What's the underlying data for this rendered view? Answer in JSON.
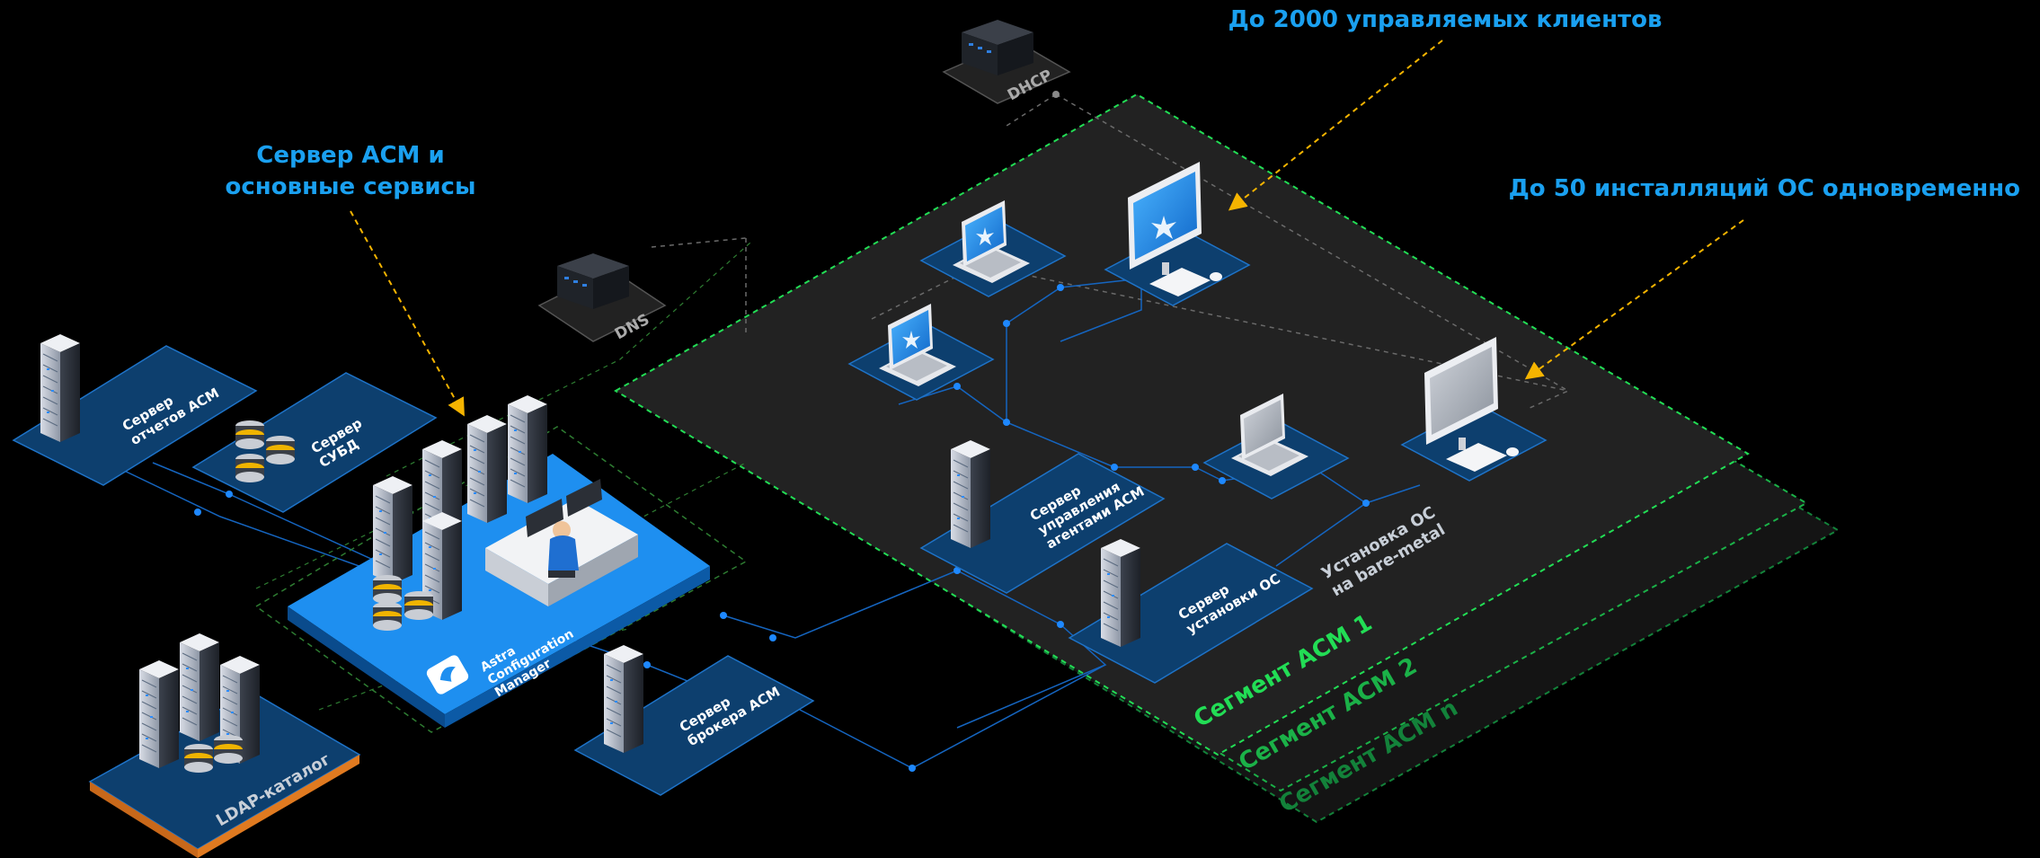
{
  "callouts": {
    "acm_server_line1": "Сервер ACM и",
    "acm_server_line2": "основные сервисы",
    "max_clients": "До 2000 управляемых клиентов",
    "max_installs": "До 50 инсталляций ОС одновременно"
  },
  "nodes": {
    "dhcp": "DHCP",
    "dns": "DNS",
    "report_server": [
      "Сервер",
      "отчетов ACM"
    ],
    "dbms_server": [
      "Сервер",
      "СУБД"
    ],
    "acm_logo": [
      "Astra",
      "Configuration",
      "Manager"
    ],
    "ldap": "LDAP-каталог",
    "broker_server": [
      "Сервер",
      "брокера ACM"
    ],
    "agent_mgmt_server": [
      "Сервер",
      "управления",
      "агентами ACM"
    ],
    "os_install_server": [
      "Сервер",
      "установки ОС"
    ],
    "bare_metal": [
      "Установка ОС",
      "на bare-metal"
    ]
  },
  "segments": {
    "seg1": "Сегмент ACM 1",
    "seg2": "Сегмент ACM 2",
    "segn": "Сегмент ACM n"
  },
  "colors": {
    "callout_blue": "#1aa0f0",
    "platform_blue": "#1e8ff0",
    "tile_blue": "#0d3f6e",
    "segment_green_1": "#22dd55",
    "segment_green_2": "#1bb148",
    "segment_green_n": "#13823a",
    "arrow_orange": "#f5b400",
    "link_blue": "#1578d8"
  }
}
